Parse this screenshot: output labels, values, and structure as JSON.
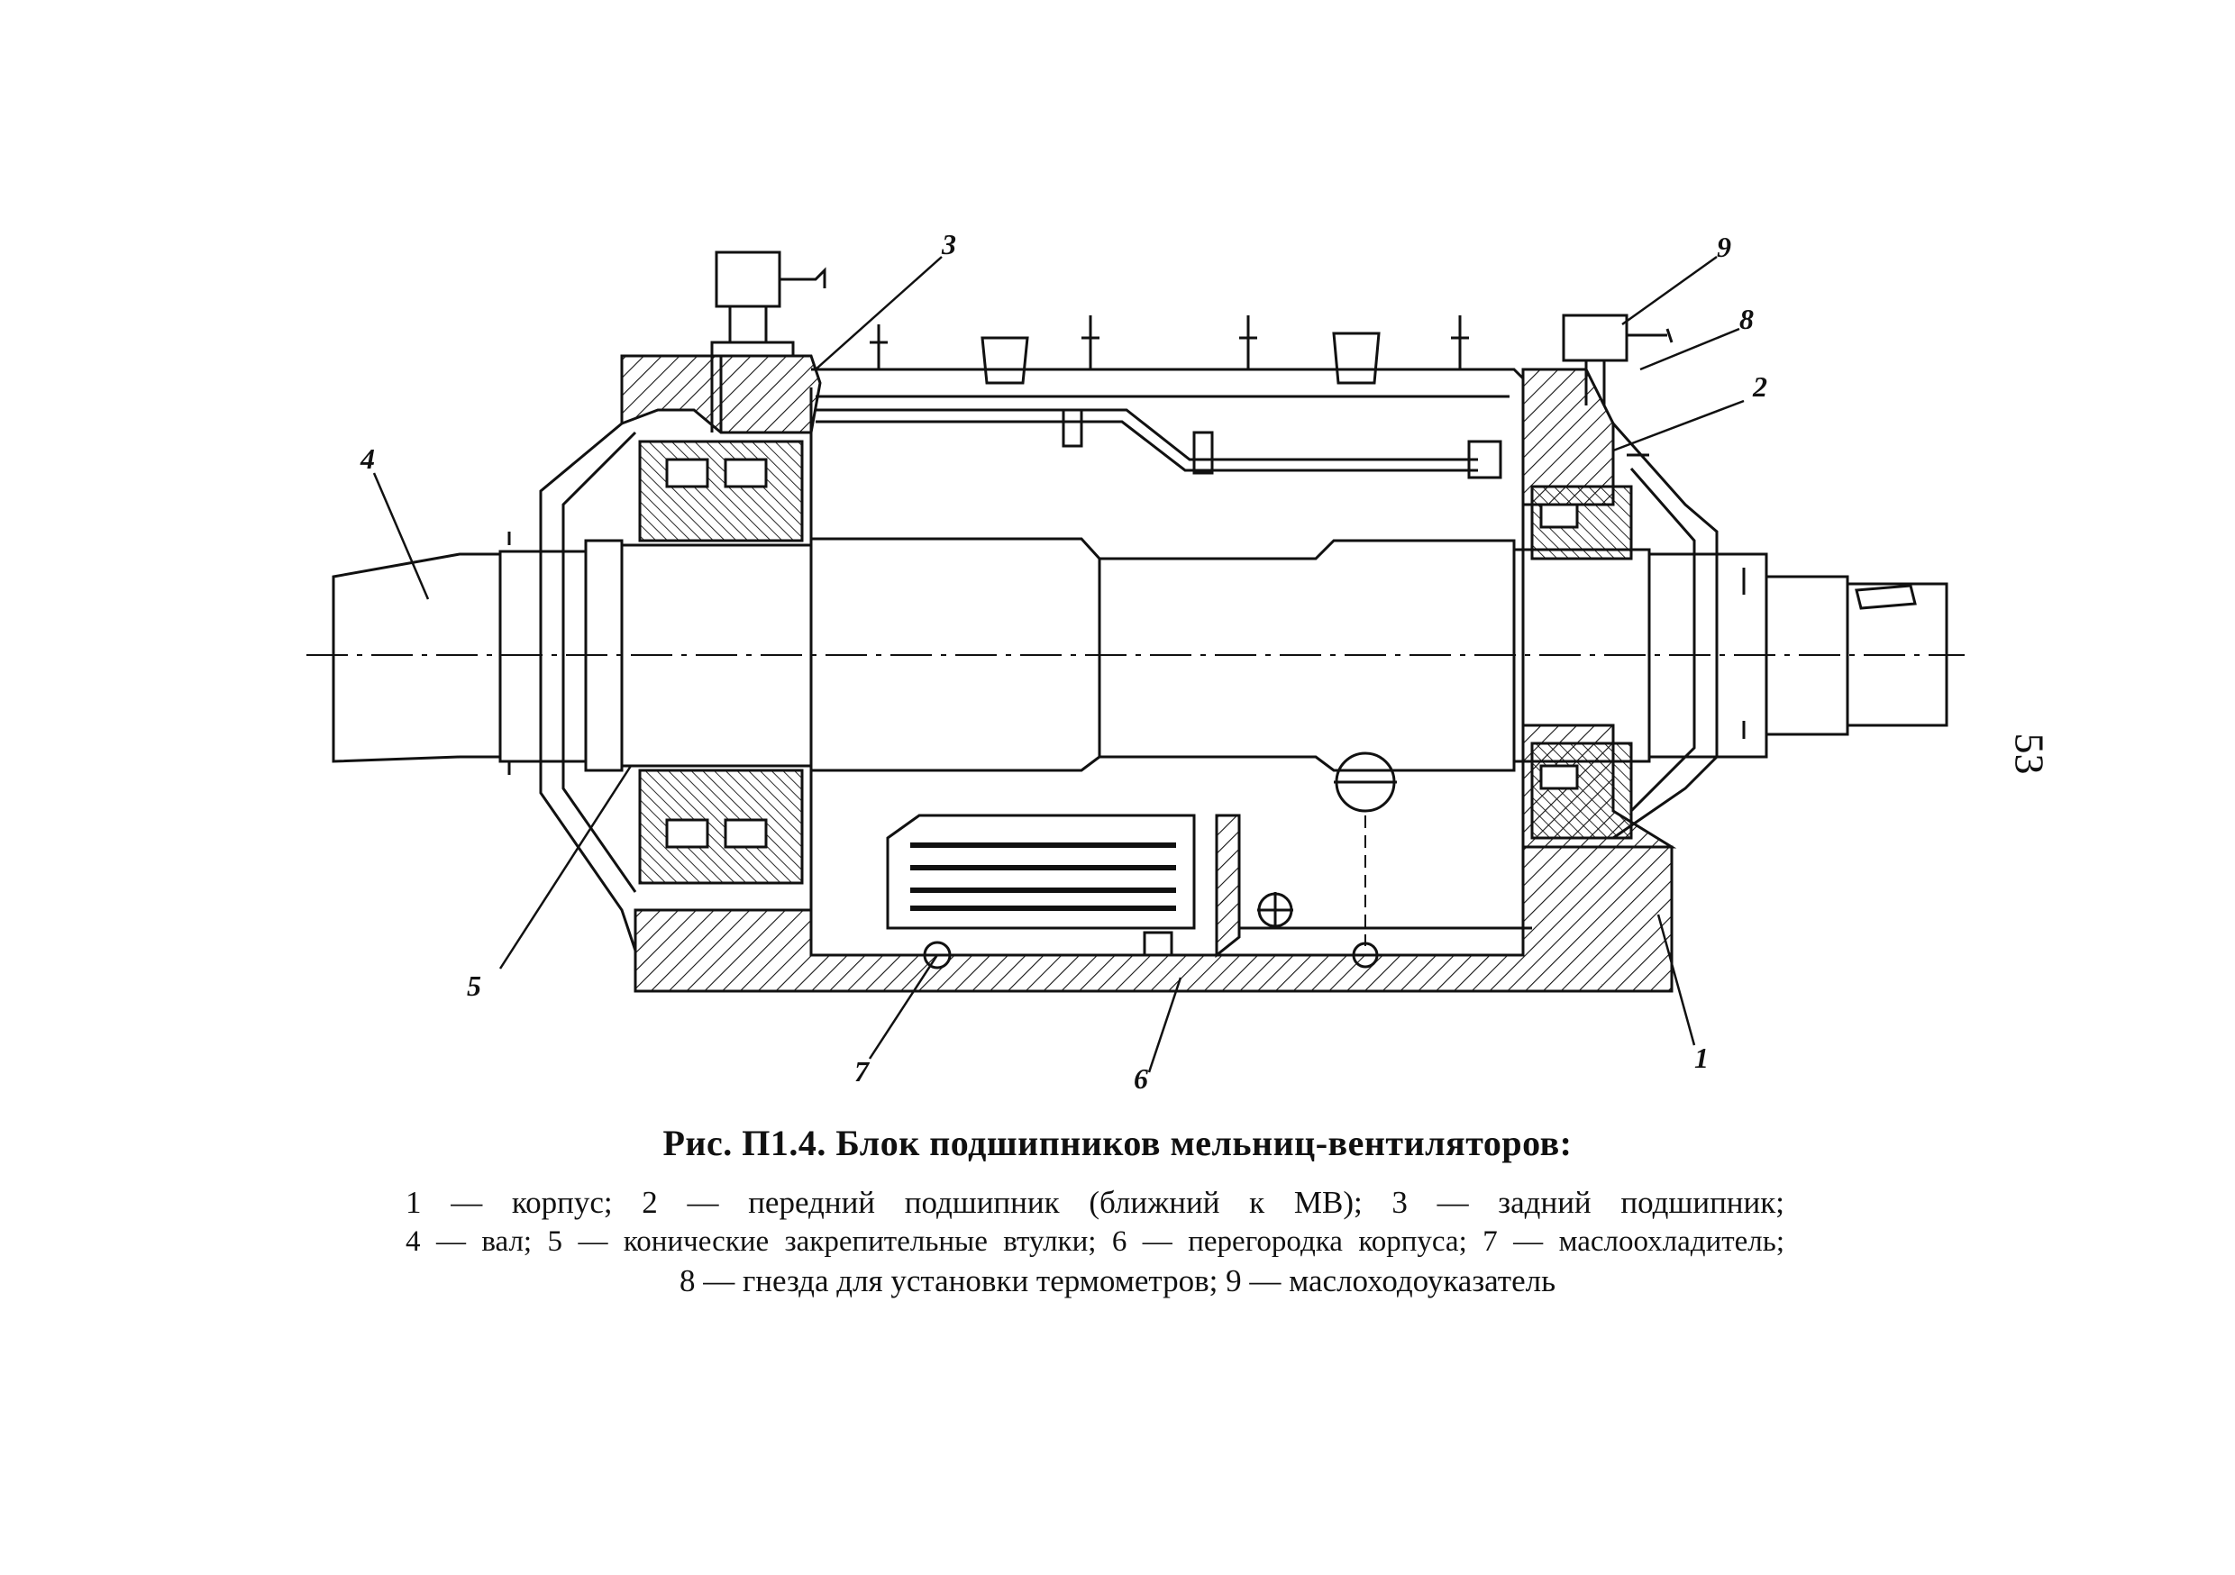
{
  "figure": {
    "title": "Рис. П1.4. Блок подшипников мельниц-вентиляторов:",
    "legend": [
      "1 — корпус; 2 — передний подшипник (ближний к МВ); 3 — задний подшипник;",
      "4 — вал; 5 — конические закрепительные втулки; 6 — перегородка корпуса; 7 — маслоохладитель;",
      "8 — гнезда для установки термометров; 9 — маслоходоуказатель"
    ],
    "page_number": "53"
  },
  "callouts": [
    "1",
    "2",
    "3",
    "4",
    "5",
    "6",
    "7",
    "8",
    "9"
  ]
}
